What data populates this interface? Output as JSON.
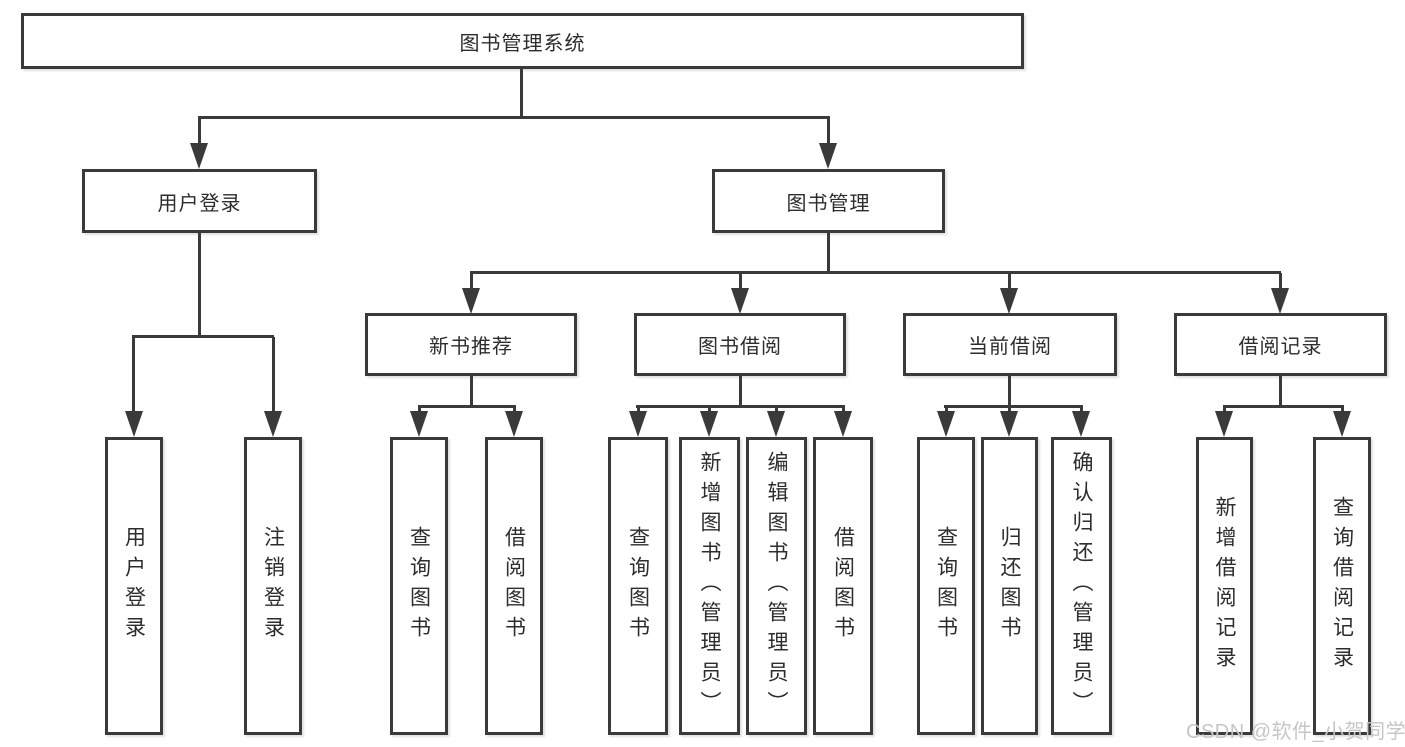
{
  "tree": {
    "root": "图书管理系统",
    "level2": [
      {
        "label": "用户登录",
        "children": [
          "用户登录",
          "注销登录"
        ]
      },
      {
        "label": "图书管理",
        "children": [
          {
            "label": "新书推荐",
            "children": [
              "查询图书",
              "借阅图书"
            ]
          },
          {
            "label": "图书借阅",
            "children": [
              "查询图书",
              "新增图书（管理员）",
              "编辑图书（管理员）",
              "借阅图书"
            ]
          },
          {
            "label": "当前借阅",
            "children": [
              "查询图书",
              "归还图书",
              "确认归还（管理员）"
            ]
          },
          {
            "label": "借阅记录",
            "children": [
              "新增借阅记录",
              "查询借阅记录"
            ]
          }
        ]
      }
    ]
  },
  "watermark": "CSDN @软件_小贺同学",
  "colors": {
    "line": "#3a3a3a",
    "box_border": "#3a3a3a",
    "text": "#2d2d2d",
    "watermark_text": "#c6c6c6",
    "background": "#ffffff"
  }
}
